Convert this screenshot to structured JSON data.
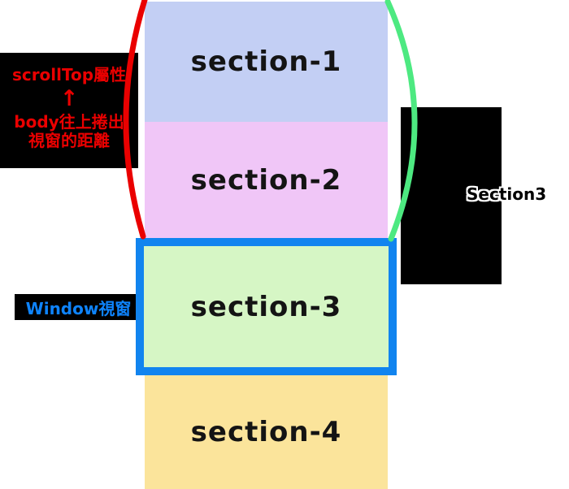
{
  "canvas": {
    "background": "#FFFFFF"
  },
  "sections": [
    {
      "label": "section-1",
      "color": "#C3CFF4"
    },
    {
      "label": "section-2",
      "color": "#F0C6F7"
    },
    {
      "label": "section-3",
      "color": "#D6F6C5"
    },
    {
      "label": "section-4",
      "color": "#FBE49B"
    }
  ],
  "viewport_box": {
    "border_color": "#1184EF",
    "label": "Window視窗",
    "label_color": "#0E84FF",
    "label_bg": "#000000"
  },
  "scrolltop_annotation": {
    "bg": "#000000",
    "text_color": "#EA0000",
    "line1": "scrollTop屬性",
    "arrow": "↑",
    "line2": "body往上捲出",
    "line3": "視窗的距離"
  },
  "right_annotation": {
    "bg": "#000000",
    "label": "Section3",
    "label_color": "#000000",
    "outline_color": "#FFFFFF"
  },
  "arcs": {
    "left_color": "#EA0000",
    "right_color": "#4DE981"
  }
}
